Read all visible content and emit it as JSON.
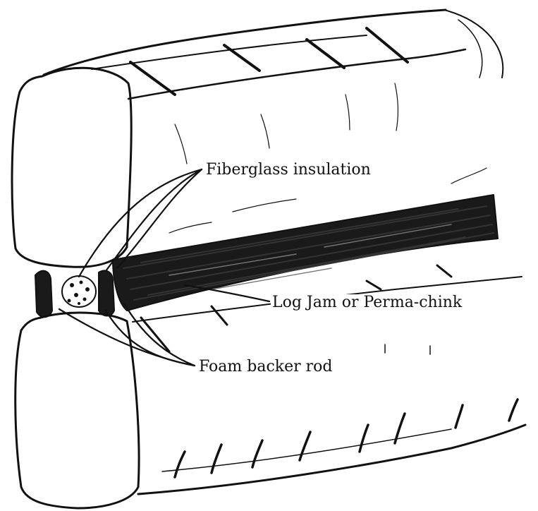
{
  "labels": {
    "fiberglass": "Fiberglass insulation",
    "chinking": "Log Jam or Perma-chink",
    "backer_rod": "Foam backer rod"
  },
  "colors": {
    "ink": "#111111",
    "chink_fill": "#1a1a1a",
    "paper": "#ffffff"
  },
  "icons": {
    "drawing": "hand-sketched log wall cross-section"
  }
}
